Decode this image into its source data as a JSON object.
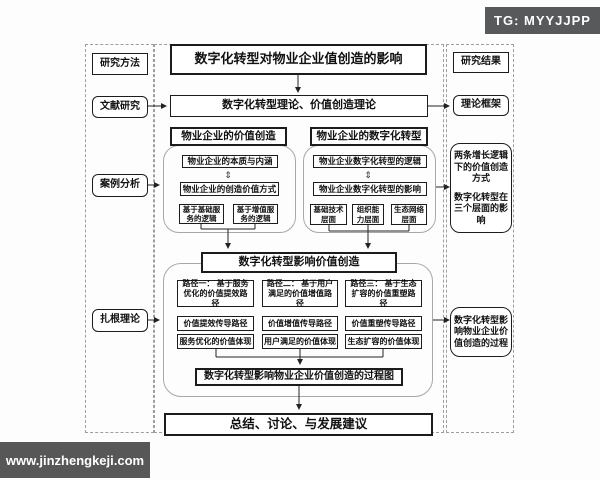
{
  "banner": {
    "label": "TG: MYYJJPP"
  },
  "watermark": {
    "label": "www.jinzhengkeji.com"
  },
  "colors": {
    "banner_bg": "#58595b",
    "watermark_bg": "#575757",
    "box_border": "#1c1c1c",
    "container_border": "#a8a8a8",
    "dashed_border": "#9e9e9e"
  },
  "left_column": {
    "header": "研究方法",
    "items": [
      {
        "label": "文献研究"
      },
      {
        "label": "案例分析"
      },
      {
        "label": "扎根理论"
      }
    ]
  },
  "right_column": {
    "header": "研究结果",
    "framework": "理论框架",
    "finding1_line1": "两条增长逻辑下的价值创造方式",
    "finding1_line2": "数字化转型在三个层面的影响",
    "finding2": "数字化转型影响物业企业价值创造的过程"
  },
  "diagram": {
    "title": "数字化转型对物业企业值创造的影响",
    "theory_box": "数字化转型理论、价值创造理论",
    "link_glyph": "⇕",
    "value_group": {
      "header": "物业企业的价值创造",
      "essence": "物业企业的本质与内涵",
      "method": "物业企业的创造价值方式",
      "subs": [
        "基于基础服务的逻辑",
        "基于增值服务的逻辑"
      ]
    },
    "digital_group": {
      "header": "物业企业的数字化转型",
      "logic": "物业企业数字化转型的逻辑",
      "impact": "物业企业数字化转型的影响",
      "subs": [
        "基础技术层面",
        "组织能力层面",
        "生态网络层面"
      ]
    },
    "impact_header": "数字化转型影响价值创造",
    "paths": [
      {
        "title": "路径一： 基于服务优化的价值提效路径",
        "conduction": "价值提效传导路径",
        "embodiment": "服务优化的价值体现"
      },
      {
        "title": "路径二： 基于用户满足的价值增值路径",
        "conduction": "价值增值传导路径",
        "embodiment": "用户满足的价值体现"
      },
      {
        "title": "路径三： 基于生态扩容的价值重塑路径",
        "conduction": "价值重塑传导路径",
        "embodiment": "生态扩容的价值体现"
      }
    ],
    "process_box": "数字化转型影响物业企业价值创造的过程图",
    "conclusion_box": "总结、讨论、与发展建议"
  }
}
